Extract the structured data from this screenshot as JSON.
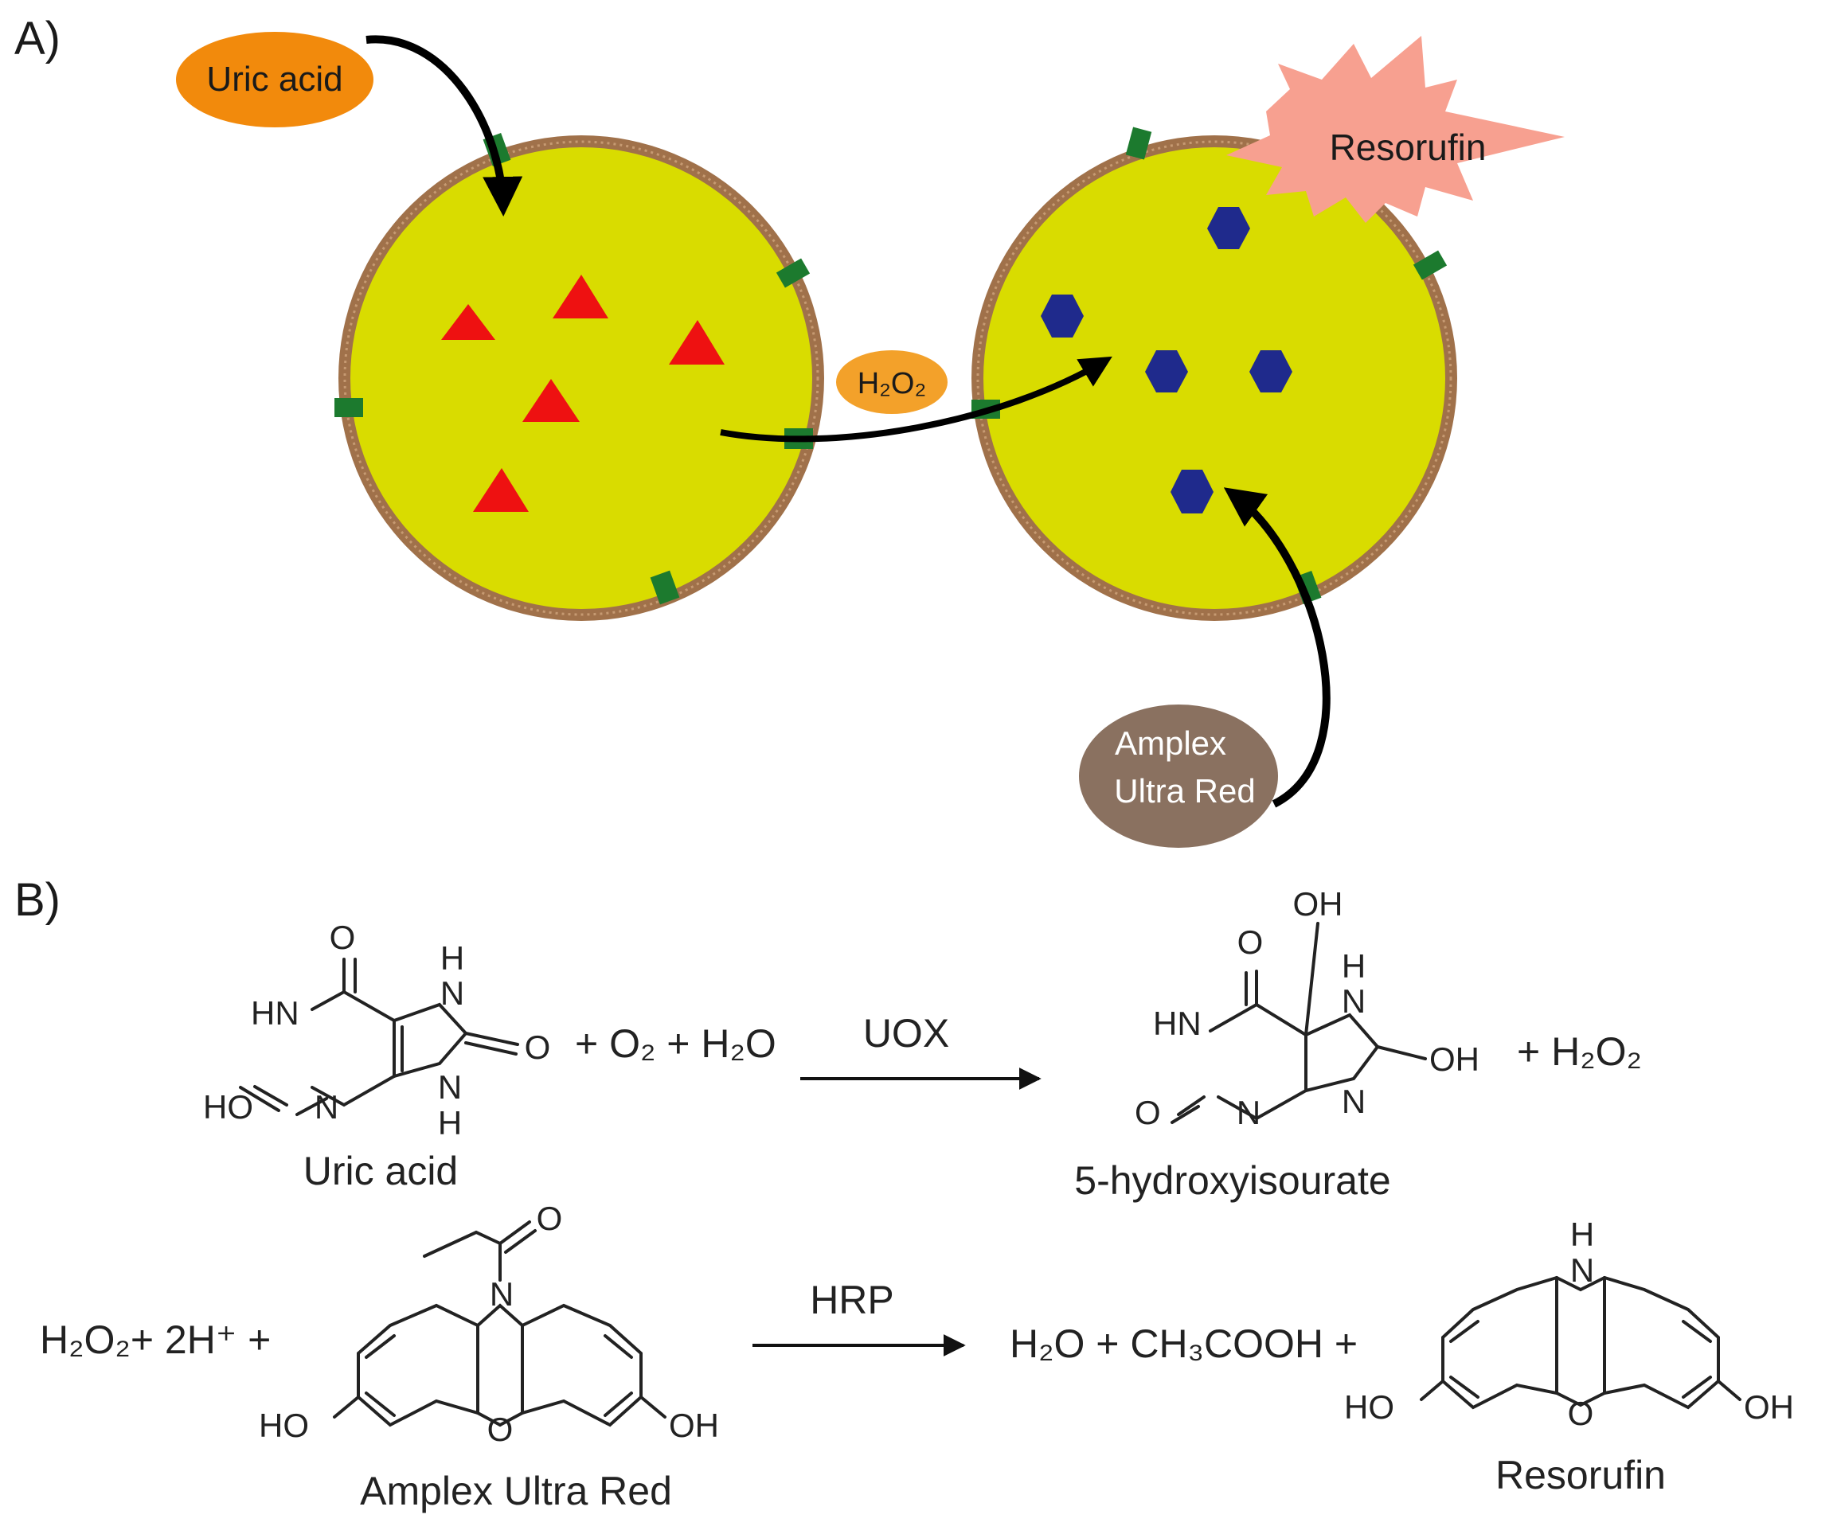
{
  "panel_a": {
    "label": "A)",
    "uric_acid": "Uric acid",
    "h2o2": "H₂O₂",
    "resorufin": "Resorufin",
    "amplex_line1": "Amplex",
    "amplex_line2": "Ultra Red"
  },
  "panel_b": {
    "label": "B)",
    "reaction1": {
      "reactant_name": "Uric acid",
      "coreactants": "+ O₂ + H₂O",
      "enzyme": "UOX",
      "product_name": "5-hydroxyisourate",
      "byproduct": "+ H₂O₂"
    },
    "reaction2": {
      "reactants": "H₂O₂+ 2H⁺ +",
      "reactant_name": "Amplex Ultra Red",
      "enzyme": "HRP",
      "products": "H₂O + CH₃COOH +",
      "product_name": "Resorufin"
    },
    "atoms": {
      "o": "O",
      "h": "H",
      "hn": "HN",
      "n": "N",
      "ho": "HO",
      "oh": "OH"
    }
  },
  "colors": {
    "cell_fill": "#d9dc00",
    "membrane": "#a0714a",
    "channel": "#1c7a2e",
    "substrate": "#ee1111",
    "product_hex": "#1f2a8c",
    "uric_label_bg": "#f28a0c",
    "h2o2_label_bg": "#f3a12a",
    "resorufin_burst": "#f7a090",
    "amplex_label_bg": "#8a7160"
  }
}
